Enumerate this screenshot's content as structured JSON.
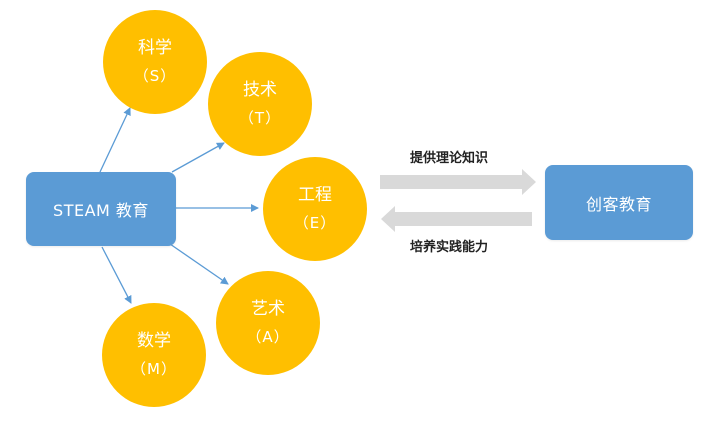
{
  "nodes": {
    "steam": {
      "label": "STEAM 教育"
    },
    "maker": {
      "label": "创客教育"
    },
    "science": {
      "label": "科学",
      "letter": "（S）"
    },
    "technology": {
      "label": "技术",
      "letter": "（T）"
    },
    "engineering": {
      "label": "工程",
      "letter": "（E）"
    },
    "arts": {
      "label": "艺术",
      "letter": "（A）"
    },
    "math": {
      "label": "数学",
      "letter": "（M）"
    }
  },
  "edge_labels": {
    "top": "提供理论知识",
    "bottom": "培养实践能力"
  },
  "colors": {
    "box": "#5b9bd5",
    "circle": "#ffbf00",
    "connector": "#5b9bd5",
    "big_arrow": "#d9d9d9"
  }
}
